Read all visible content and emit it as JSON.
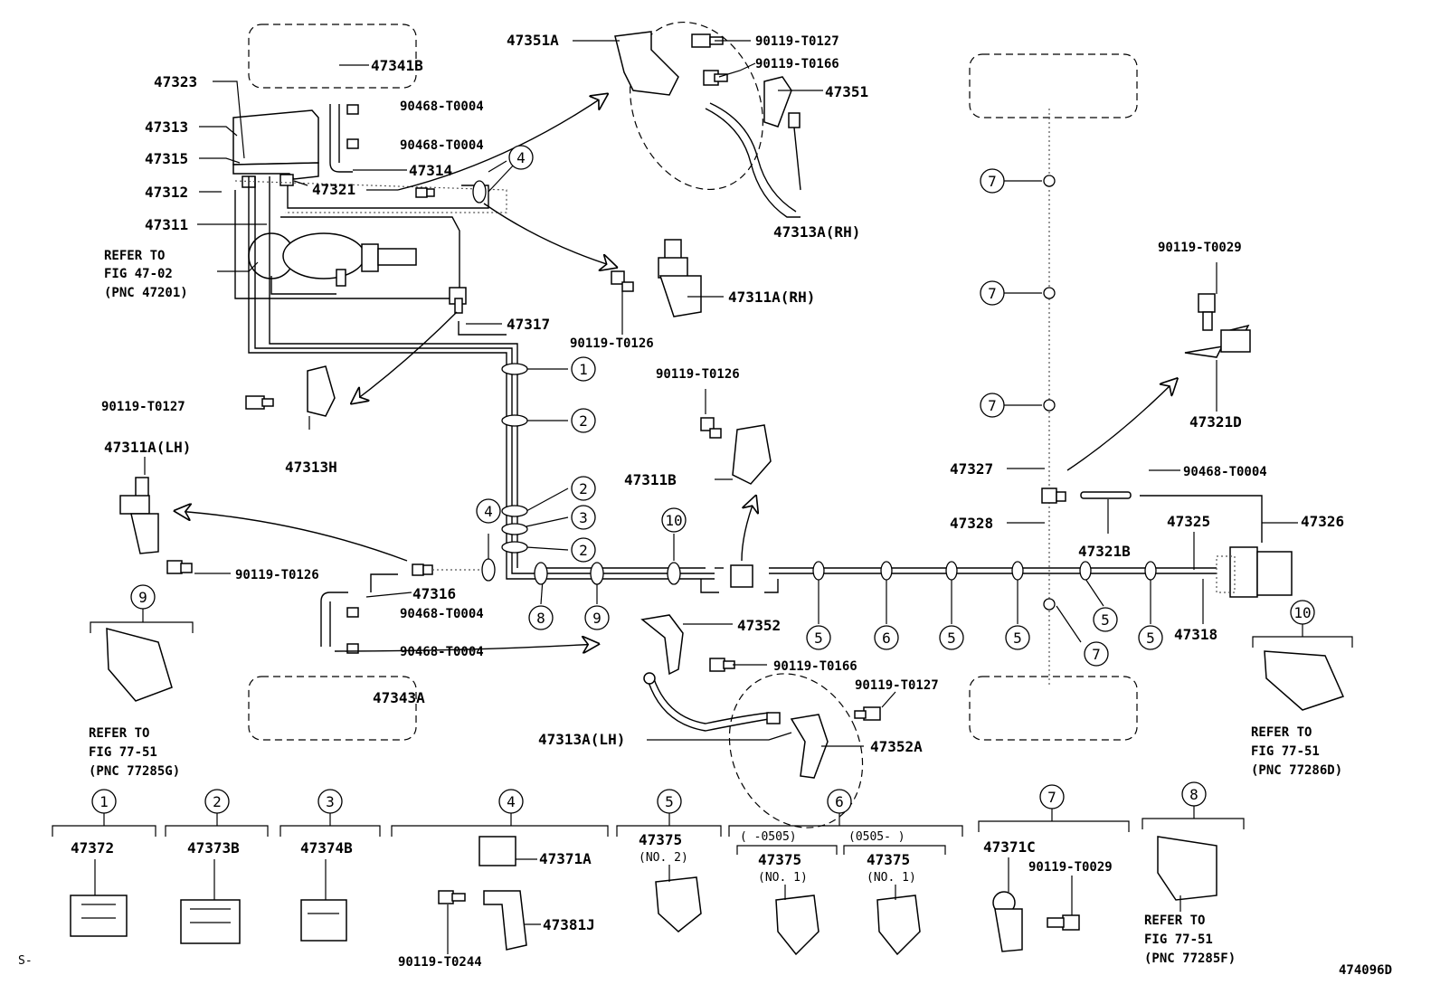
{
  "labels": {
    "l47351A": "47351A",
    "l90119T0127a": "90119-T0127",
    "l90119T0166a": "90119-T0166",
    "l47351": "47351",
    "l47341B": "47341B",
    "l47323": "47323",
    "l90468T0004a": "90468-T0004",
    "l47313": "47313",
    "l90468T0004b": "90468-T0004",
    "l47315": "47315",
    "l47314": "47314",
    "l47312": "47312",
    "l47321": "47321",
    "l47311": "47311",
    "l47313ARH": "47313A(RH)",
    "l47311ARH": "47311A(RH)",
    "l90119T0126a": "90119-T0126",
    "l47317": "47317",
    "l90119T0127b": "90119-T0127",
    "l47313H": "47313H",
    "l90119T0126b": "90119-T0126",
    "l47311B": "47311B",
    "l47311ALH": "47311A(LH)",
    "l90119T0126c": "90119-T0126",
    "l47316": "47316",
    "l90468T0004c": "90468-T0004",
    "l90468T0004d": "90468-T0004",
    "l47343A": "47343A",
    "l47352": "47352",
    "l90119T0166b": "90119-T0166",
    "l90119T0127c": "90119-T0127",
    "l47313ALH": "47313A(LH)",
    "l47352A": "47352A",
    "l90119T0029a": "90119-T0029",
    "l47321D": "47321D",
    "l47327": "47327",
    "l90468T0004e": "90468-T0004",
    "l47328": "47328",
    "l47321B": "47321B",
    "l47325": "47325",
    "l47326": "47326",
    "l47318": "47318"
  },
  "refs": {
    "fig4702": [
      "REFER TO",
      "FIG 47-02",
      "(PNC 47201)"
    ],
    "fig77285G": [
      "REFER TO",
      "FIG 77-51",
      "(PNC 77285G)"
    ],
    "fig77286D": [
      "REFER TO",
      "FIG 77-51",
      "(PNC 77286D)"
    ],
    "fig77285F": [
      "REFER TO",
      "FIG 77-51",
      "(PNC 77285F)"
    ]
  },
  "circles": {
    "c1": "1",
    "c2": "2",
    "c3": "3",
    "c4": "4",
    "c5": "5",
    "c6": "6",
    "c7": "7",
    "c8": "8",
    "c9": "9",
    "c10": "10"
  },
  "legend": {
    "g1": "47372",
    "g2": "47373B",
    "g3": "47374B",
    "g4a": "47371A",
    "g4b": "47381J",
    "g4c": "90119-T0244",
    "g5": "47375",
    "g5sub": "(NO. 2)",
    "g6range1": "(    -0505)",
    "g6range2": "(0505-      )",
    "g6a": "47375",
    "g6asub": "(NO. 1)",
    "g6b": "47375",
    "g6bsub": "(NO. 1)",
    "g7a": "47371C",
    "g7b": "90119-T0029"
  },
  "footer": {
    "left": "S-",
    "code": "474096D"
  }
}
